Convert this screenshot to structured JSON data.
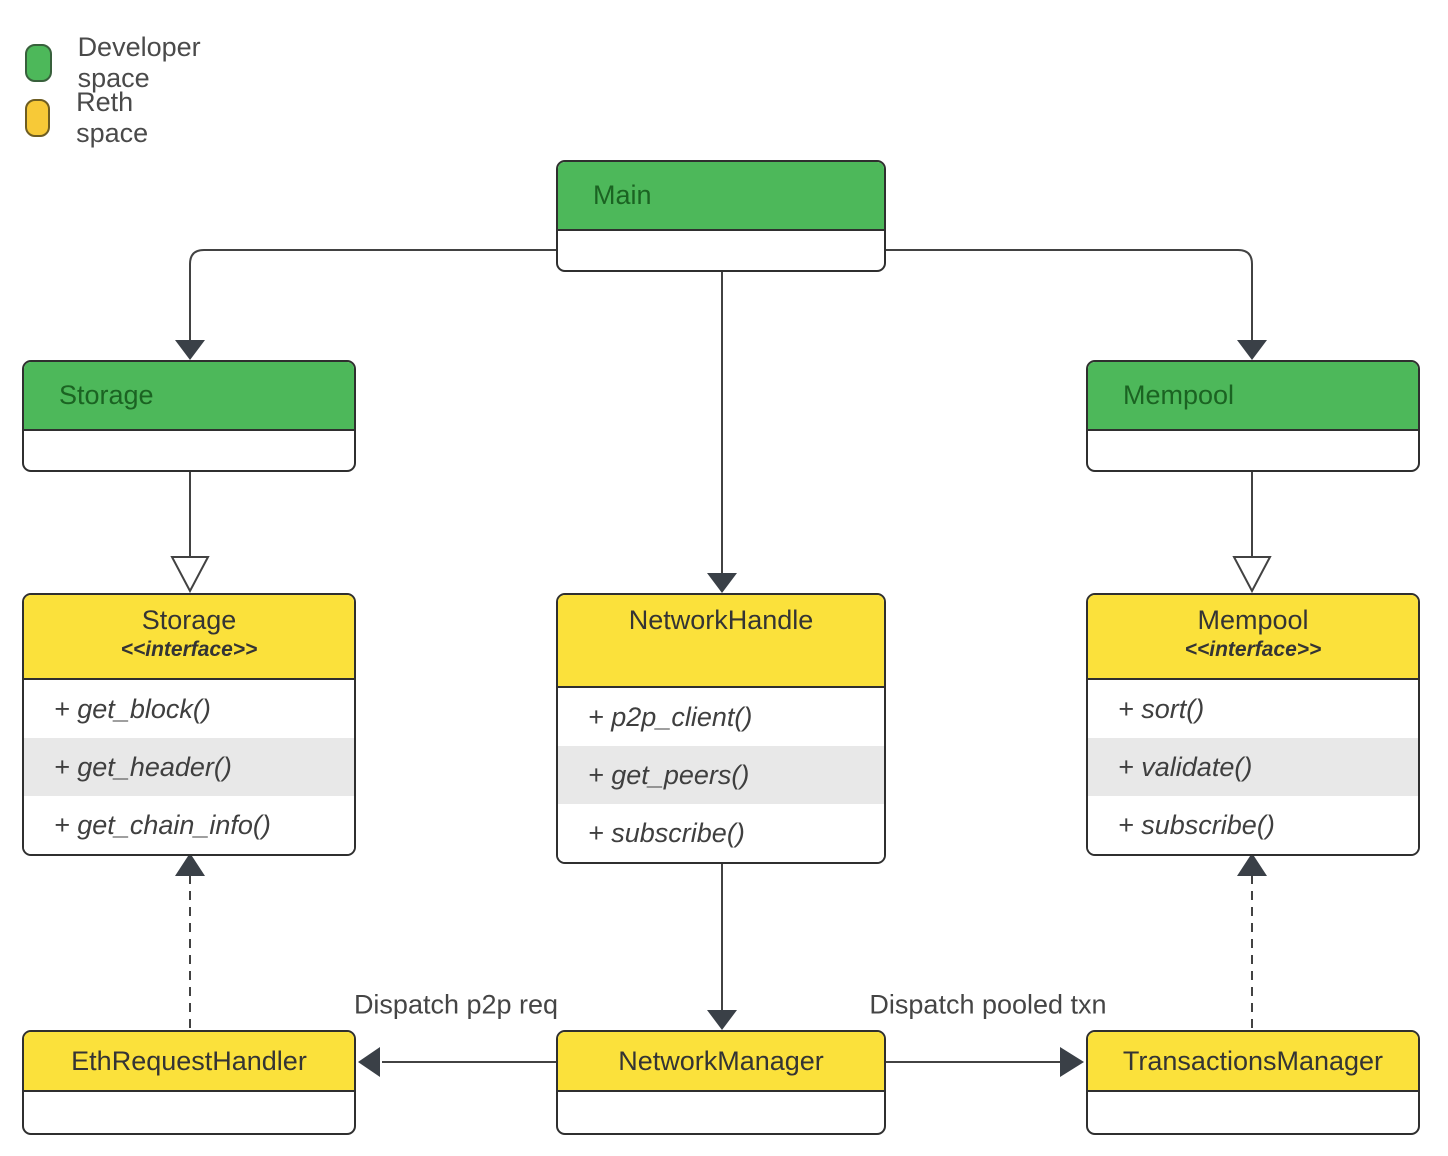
{
  "legend": {
    "items": [
      {
        "label": "Developer space",
        "color": "#4db85a"
      },
      {
        "label": "Reth space",
        "color": "#f7c937"
      }
    ]
  },
  "nodes": {
    "main": {
      "title": "Main"
    },
    "storage_green": {
      "title": "Storage"
    },
    "mempool_green": {
      "title": "Mempool"
    },
    "storage_interface": {
      "title": "Storage",
      "stereotype": "<<interface>>",
      "methods": [
        "+ get_block()",
        "+ get_header()",
        "+ get_chain_info()"
      ]
    },
    "network_handle": {
      "title": "NetworkHandle",
      "methods": [
        "+ p2p_client()",
        "+ get_peers()",
        "+ subscribe()"
      ]
    },
    "mempool_interface": {
      "title": "Mempool",
      "stereotype": "<<interface>>",
      "methods": [
        "+ sort()",
        "+ validate()",
        "+ subscribe()"
      ]
    },
    "eth_request_handler": {
      "title": "EthRequestHandler"
    },
    "network_manager": {
      "title": "NetworkManager"
    },
    "transactions_manager": {
      "title": "TransactionsManager"
    }
  },
  "edges": {
    "dispatch_p2p_label": "Dispatch p2p req",
    "dispatch_pooled_label": "Dispatch pooled txn"
  },
  "colors": {
    "developer_space": "#4db85a",
    "reth_space": "#fbe13b",
    "row_stripe": "#e8e8e8",
    "line": "#424242",
    "arrowhead": "#3a4047"
  }
}
